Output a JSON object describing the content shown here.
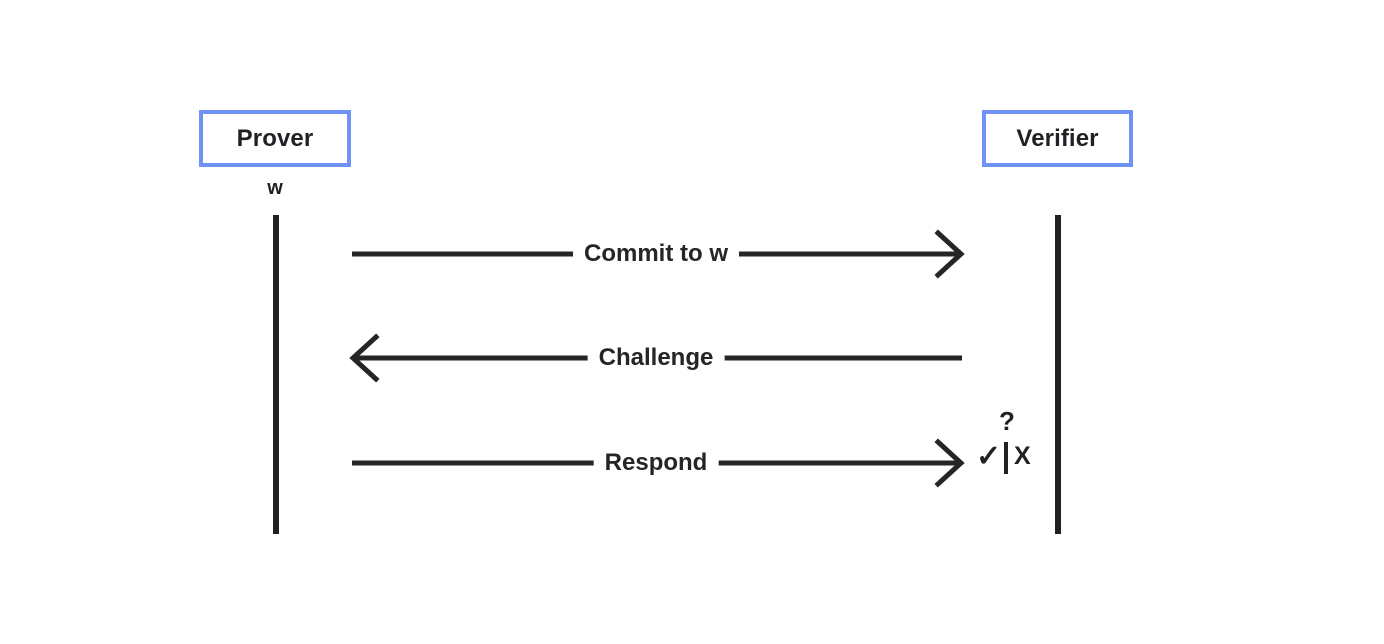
{
  "diagram": {
    "title": "Interactive zero-knowledge proof protocol sequence",
    "background_color": "#ffffff",
    "accent_color": "#6e92f5",
    "ink_color": "#1f2124",
    "actors": [
      {
        "id": "prover",
        "label": "Prover",
        "side": "left",
        "annotation": "w"
      },
      {
        "id": "verifier",
        "label": "Verifier",
        "side": "right",
        "annotation": ""
      }
    ],
    "messages": [
      {
        "id": "commit",
        "label": "Commit to w",
        "direction": "right",
        "from": "prover",
        "to": "verifier"
      },
      {
        "id": "challenge",
        "label": "Challenge",
        "direction": "left",
        "from": "verifier",
        "to": "prover"
      },
      {
        "id": "respond",
        "label": "Respond",
        "direction": "right",
        "from": "prover",
        "to": "verifier"
      }
    ],
    "verification_outcome": {
      "question_mark": "?",
      "accept_symbol": "✓",
      "separator": "|",
      "reject_symbol": "X"
    }
  }
}
